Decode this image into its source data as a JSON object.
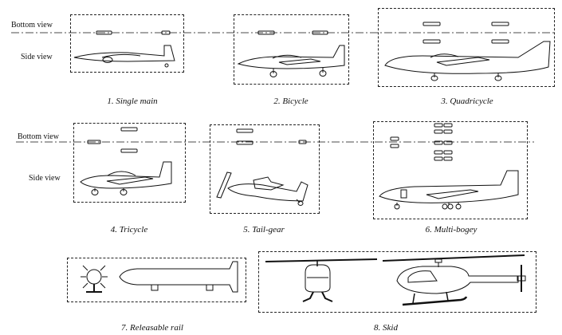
{
  "row_labels": {
    "bottom_view": "Bottom view",
    "side_view": "Side view"
  },
  "captions": [
    "1. Single main",
    "2. Bicycle",
    "3. Quadricycle",
    "4. Tricycle",
    "5. Tail-gear",
    "6. Multi-bogey",
    "7. Releasable rail",
    "8. Skid"
  ]
}
